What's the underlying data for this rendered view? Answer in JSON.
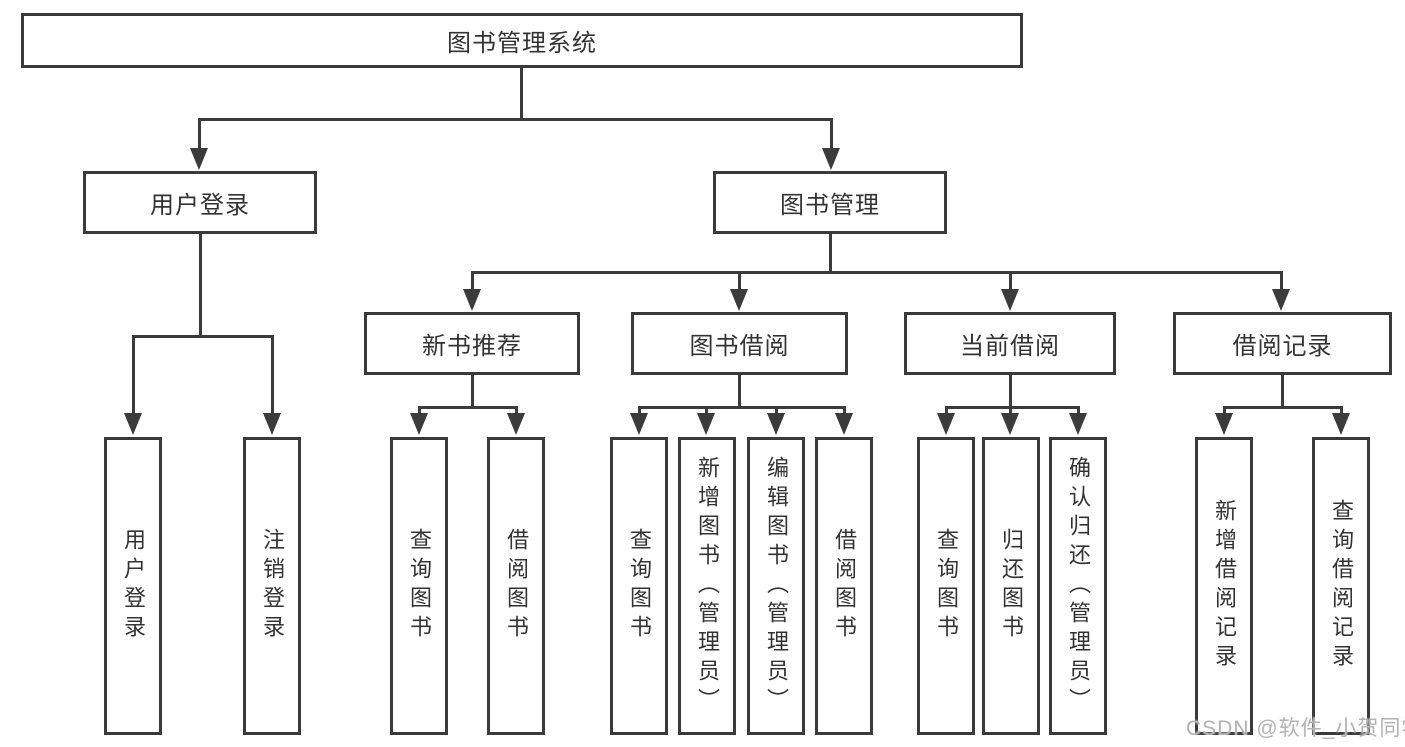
{
  "root": "图书管理系统",
  "level2": [
    "用户登录",
    "图书管理"
  ],
  "level3": [
    "新书推荐",
    "图书借阅",
    "当前借阅",
    "借阅记录"
  ],
  "level4": [
    "用户登录",
    "注销登录",
    "查询图书",
    "借阅图书",
    "查询图书",
    "新增图书（管理员）",
    "编辑图书（管理员）",
    "借阅图书",
    "查询图书",
    "归还图书",
    "确认归还（管理员）",
    "新增借阅记录",
    "查询借阅记录"
  ],
  "watermark": "CSDN @软件_小贺同学",
  "colors": {
    "line": "#3b3b3b",
    "border": "#3a3a3a",
    "text": "#333333",
    "watermark": "#b2b2b2",
    "background": "#ffffff"
  }
}
